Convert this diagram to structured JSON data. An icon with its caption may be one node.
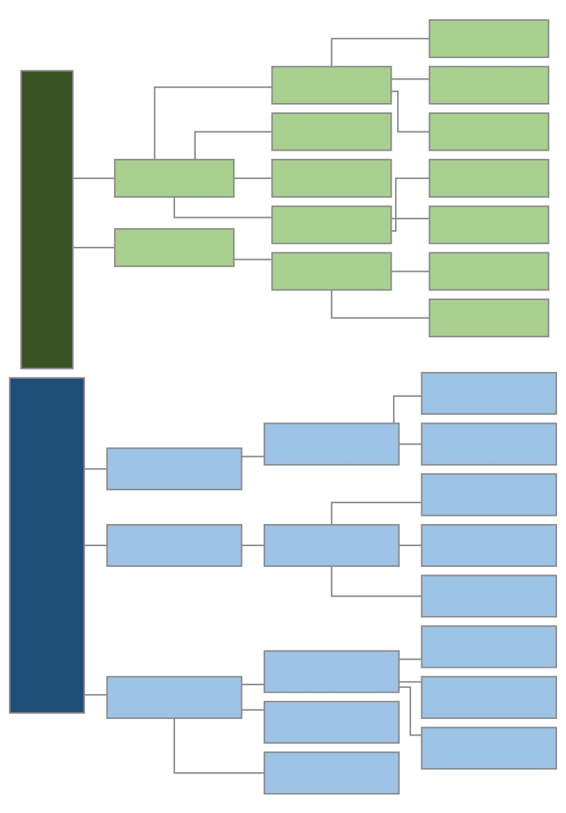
{
  "diagram": {
    "nodes": [
      {
        "text": [],
        "shape": "box"
      },
      {
        "text": [],
        "shape": "box"
      },
      {
        "text": [],
        "shape": "box"
      },
      {
        "text": [],
        "shape": "box"
      },
      {
        "text": [],
        "shape": "box"
      },
      {
        "text": [],
        "shape": "box"
      },
      {
        "text": [],
        "shape": "box"
      },
      {
        "text": [],
        "shape": "box"
      },
      {
        "text": [],
        "shape": "box"
      },
      {
        "text": [],
        "shape": "box"
      },
      {
        "text": [],
        "shape": "box"
      },
      {
        "text": [],
        "shape": "box"
      },
      {
        "text": [],
        "shape": "box"
      },
      {
        "text": [],
        "shape": "box"
      },
      {
        "text": [],
        "shape": "box"
      },
      {
        "text": [],
        "shape": "box"
      },
      {
        "text": [],
        "shape": "box"
      },
      {
        "text": [],
        "shape": "box"
      },
      {
        "text": [],
        "shape": "box"
      },
      {
        "text": [],
        "shape": "box"
      },
      {
        "text": [],
        "shape": "box"
      },
      {
        "text": [],
        "shape": "box"
      },
      {
        "text": [],
        "shape": "box"
      },
      {
        "text": [],
        "shape": "box"
      },
      {
        "text": [],
        "shape": "box"
      },
      {
        "text": [],
        "shape": "box"
      },
      {
        "text": [],
        "shape": "box"
      },
      {
        "text": [],
        "shape": "box"
      },
      {
        "text": [],
        "shape": "box"
      },
      {
        "text": [],
        "shape": "box"
      },
      {
        "text": [],
        "shape": "box"
      },
      {
        "text": [],
        "shape": "box"
      }
    ],
    "edges": [
      {
        "from": 0,
        "to": 1,
        "arrow": "none"
      },
      {
        "from": 0,
        "to": 2,
        "arrow": "none"
      },
      {
        "from": 1,
        "to": 3,
        "arrow": "none"
      },
      {
        "from": 1,
        "to": 4,
        "arrow": "none"
      },
      {
        "from": 1,
        "to": 5,
        "arrow": "none"
      },
      {
        "from": 1,
        "to": 6,
        "arrow": "none"
      },
      {
        "from": 3,
        "to": 7,
        "arrow": "none"
      },
      {
        "from": 3,
        "to": 8,
        "arrow": "none"
      },
      {
        "from": 3,
        "to": 9,
        "arrow": "none"
      },
      {
        "from": 6,
        "to": 10,
        "arrow": "none"
      },
      {
        "from": 6,
        "to": 11,
        "arrow": "none"
      },
      {
        "from": 2,
        "to": 12,
        "arrow": "none"
      },
      {
        "from": 12,
        "to": 13,
        "arrow": "none"
      },
      {
        "from": 12,
        "to": 14,
        "arrow": "none"
      },
      {
        "from": 15,
        "to": 16,
        "arrow": "none"
      },
      {
        "from": 15,
        "to": 17,
        "arrow": "none"
      },
      {
        "from": 15,
        "to": 18,
        "arrow": "none"
      },
      {
        "from": 16,
        "to": 19,
        "arrow": "none"
      },
      {
        "from": 19,
        "to": 20,
        "arrow": "none"
      },
      {
        "from": 19,
        "to": 21,
        "arrow": "none"
      },
      {
        "from": 17,
        "to": 22,
        "arrow": "none"
      },
      {
        "from": 22,
        "to": 23,
        "arrow": "none"
      },
      {
        "from": 22,
        "to": 24,
        "arrow": "none"
      },
      {
        "from": 22,
        "to": 25,
        "arrow": "none"
      },
      {
        "from": 18,
        "to": 26,
        "arrow": "none"
      },
      {
        "from": 18,
        "to": 27,
        "arrow": "none"
      },
      {
        "from": 18,
        "to": 28,
        "arrow": "none"
      },
      {
        "from": 26,
        "to": 29,
        "arrow": "none"
      },
      {
        "from": 26,
        "to": 30,
        "arrow": "none"
      },
      {
        "from": 26,
        "to": 31,
        "arrow": "none"
      }
    ]
  }
}
